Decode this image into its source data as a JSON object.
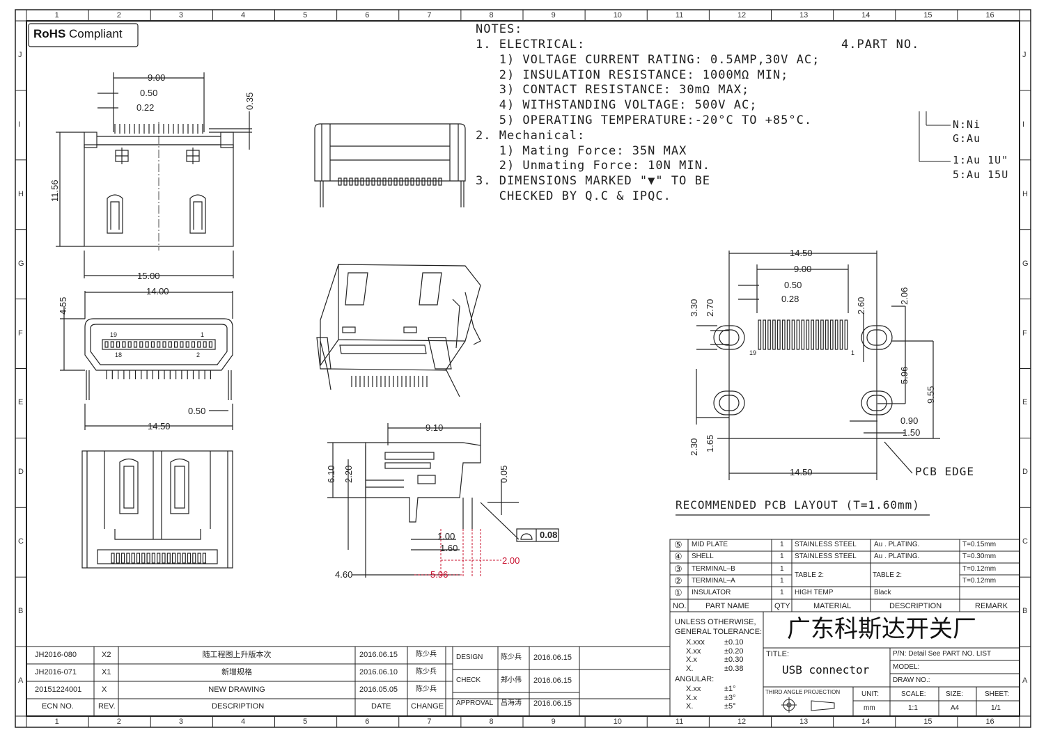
{
  "rohs": {
    "bold": "RoHS",
    "text": "Compliant"
  },
  "grid": {
    "cols": [
      "1",
      "2",
      "3",
      "4",
      "5",
      "6",
      "7",
      "8",
      "9",
      "10",
      "11",
      "12",
      "13",
      "14",
      "15",
      "16"
    ],
    "rows": [
      "J",
      "I",
      "H",
      "G",
      "F",
      "E",
      "D",
      "C",
      "B",
      "A"
    ]
  },
  "notes": {
    "title": "NOTES:",
    "lines": [
      "1. ELECTRICAL:",
      "   1) VOLTAGE CURRENT RATING: 0.5AMP,30V AC;",
      "   2) INSULATION RESISTANCE: 1000MΩ MIN;",
      "   3) CONTACT RESISTANCE: 30mΩ MAX;",
      "   4) WITHSTANDING VOLTAGE: 500V AC;",
      "   5) OPERATING TEMPERATURE:-20°C TO +85°C.",
      "2. Mechanical:",
      "   1) Mating Force: 35N MAX",
      "   2) Unmating Force: 10N MIN.",
      "3. DIMENSIONS MARKED \"▼\" TO BE",
      "   CHECKED BY Q.C & IPQC."
    ]
  },
  "part_no": {
    "title": "4.PART NO.",
    "n_ni": "N:Ni",
    "g_au": "G:Au",
    "au1": "1:Au 1U\"",
    "au5": "5:Au 15U"
  },
  "dims": {
    "top": {
      "w900": "9.00",
      "p050": "0.50",
      "p022": "0.22",
      "h035": "0.35",
      "h1156": "11.56",
      "w1500": "15.00"
    },
    "front": {
      "w1400": "14.00",
      "h455": "4.55",
      "w1450": "14.50",
      "p050": "0.50",
      "pin19": "19",
      "pin1": "1",
      "pin18": "18",
      "pin2": "2"
    },
    "side": {
      "w910": "9.10",
      "h610": "6.10",
      "h220": "2.20",
      "h005": "0.05",
      "d100": "1.00",
      "d160": "1.60",
      "d200": "2.00",
      "d460": "4.60",
      "d596": "5.96",
      "flat": "0.08"
    },
    "pcb": {
      "w1450": "14.50",
      "w900": "9.00",
      "p050": "0.50",
      "p028": "0.28",
      "h330": "3.30",
      "h270": "2.70",
      "h260": "2.60",
      "h206": "2.06",
      "h596": "5.96",
      "h955": "9.55",
      "d090": "0.90",
      "d150": "1.50",
      "h230": "2.30",
      "h165": "1.65",
      "wb1450": "14.50",
      "edge": "PCB EDGE",
      "pin19": "19",
      "pin1": "1"
    },
    "pcb_title": "RECOMMENDED PCB LAYOUT (T=1.60mm)"
  },
  "bom": {
    "rows": [
      {
        "no": "⑤",
        "name": "MID PLATE",
        "qty": "1",
        "material": "STAINLESS STEEL",
        "desc": "Au . PLATING.",
        "remark": "T=0.15mm"
      },
      {
        "no": "④",
        "name": "SHELL",
        "qty": "1",
        "material": "STAINLESS STEEL",
        "desc": "Au . PLATING.",
        "remark": "T=0.30mm"
      },
      {
        "no": "③",
        "name": "TERMINAL–B",
        "qty": "1",
        "material": "",
        "desc": "",
        "remark": "T=0.12mm"
      },
      {
        "no": "②",
        "name": "TERMINAL–A",
        "qty": "1",
        "material": "",
        "desc": "",
        "remark": "T=0.12mm"
      },
      {
        "no": "①",
        "name": "INSULATOR",
        "qty": "1",
        "material": "HIGH TEMP",
        "desc": "Black",
        "remark": ""
      }
    ],
    "table2_mat": "TABLE 2:",
    "table2_desc": "TABLE 2:",
    "headers": {
      "no": "NO.",
      "name": "PART NAME",
      "qty": "QTY",
      "material": "MATERIAL",
      "desc": "DESCRIPTION",
      "remark": "REMARK"
    }
  },
  "tolerance": {
    "title1": "UNLESS OTHERWISE,",
    "title2": "GENERAL TOLERANCE:",
    "rows": [
      {
        "k": "X.xxx",
        "v": "±0.10"
      },
      {
        "k": "X.xx",
        "v": "±0.20"
      },
      {
        "k": "X.x",
        "v": "±0.30"
      },
      {
        "k": "X.",
        "v": "±0.38"
      }
    ],
    "angular": "ANGULAR:",
    "arows": [
      {
        "k": "X.xx",
        "v": "±1°"
      },
      {
        "k": "X.x",
        "v": "±3°"
      },
      {
        "k": "X.",
        "v": "±5°"
      }
    ]
  },
  "title_block": {
    "company": "广东科斯达开关厂",
    "title_label": "TITLE:",
    "title": "USB connector",
    "pn": "P/N: Detail See PART NO. LIST",
    "model": "MODEL:",
    "draw_no": "DRAW NO.:",
    "projection": "THIRD ANGLE PROJECTION",
    "unit_l": "UNIT:",
    "unit": "mm",
    "scale_l": "SCALE:",
    "scale": "1:1",
    "size_l": "SIZE:",
    "size": "A4",
    "sheet_l": "SHEET:",
    "sheet": "1/1"
  },
  "approval": [
    {
      "label": "DESIGN",
      "name": "陈少兵",
      "date": "2016.06.15"
    },
    {
      "label": "CHECK",
      "name": "郑小伟",
      "date": "2016.06.15"
    },
    {
      "label": "APPROVAL",
      "name": "吕海涛",
      "date": "2016.06.15"
    }
  ],
  "revisions": [
    {
      "ecn": "JH2016-080",
      "rev": "X2",
      "desc": "随工程图上升版本次",
      "date": "2016.06.15",
      "change": "陈少兵"
    },
    {
      "ecn": "JH2016-071",
      "rev": "X1",
      "desc": "新增规格",
      "date": "2016.06.10",
      "change": "陈少兵"
    },
    {
      "ecn": "20151224001",
      "rev": "X",
      "desc": "NEW DRAWING",
      "date": "2016.05.05",
      "change": "陈少兵"
    }
  ],
  "rev_headers": {
    "ecn": "ECN NO.",
    "rev": "REV.",
    "desc": "DESCRIPTION",
    "date": "DATE",
    "change": "CHANGE"
  }
}
